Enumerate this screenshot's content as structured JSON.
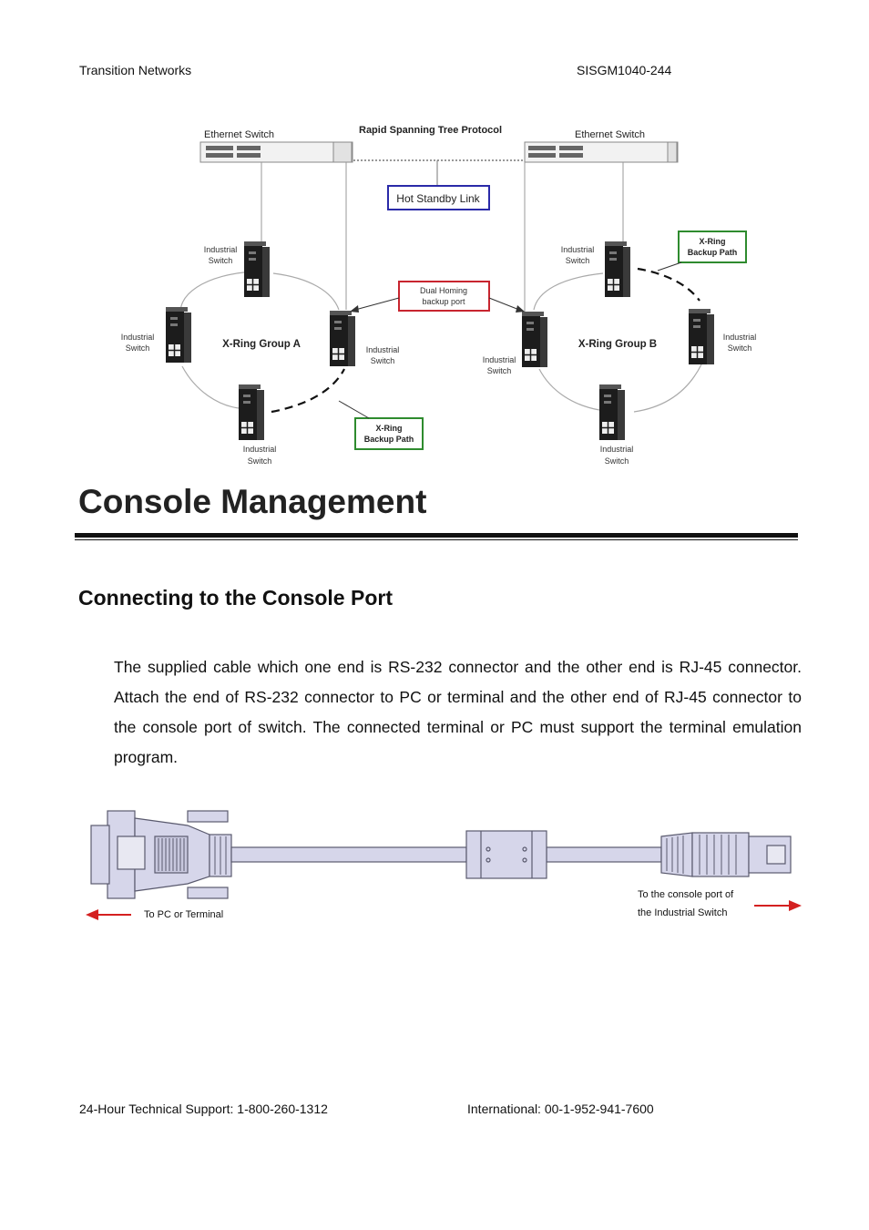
{
  "header": {
    "company": "Transition Networks",
    "doc_id": "SISGM1040-244"
  },
  "network_diagram": {
    "ethernet_switch_left": "Ethernet Switch",
    "ethernet_switch_right": "Ethernet Switch",
    "protocol_label": "Rapid Spanning Tree Protocol",
    "hot_standby_label": "Hot Standby Link",
    "dual_homing_line1": "Dual Homing",
    "dual_homing_line2": "backup port",
    "xring_backup_line1": "X-Ring",
    "xring_backup_line2": "Backup Path",
    "group_a": "X-Ring Group A",
    "group_b": "X-Ring Group B",
    "industrial_line1": "Industrial",
    "industrial_line2": "Switch"
  },
  "section": {
    "title": "Console Management",
    "subtitle": "Connecting to the Console Port",
    "paragraph": "The supplied cable which one end is RS-232 connector and the other end is RJ-45 connector. Attach the end of RS-232 connector to PC or terminal and the other end of RJ-45 connector to the console port of switch. The connected terminal or PC must support the terminal emulation program."
  },
  "cable_diagram": {
    "left_label": "To PC or Terminal",
    "right_label_line1": "To the console port of",
    "right_label_line2": "the Industrial Switch"
  },
  "footer": {
    "support": "24-Hour Technical Support: 1-800-260-1312",
    "international": "International: 00-1-952-941-7600"
  },
  "colors": {
    "hot_standby_border": "#2a2aa8",
    "dual_homing_border": "#c8252f",
    "xring_backup_border": "#2e8b2e",
    "arrow_red": "#d42020",
    "cable_fill": "#d6d6ea",
    "cable_stroke": "#5a5a6e"
  }
}
